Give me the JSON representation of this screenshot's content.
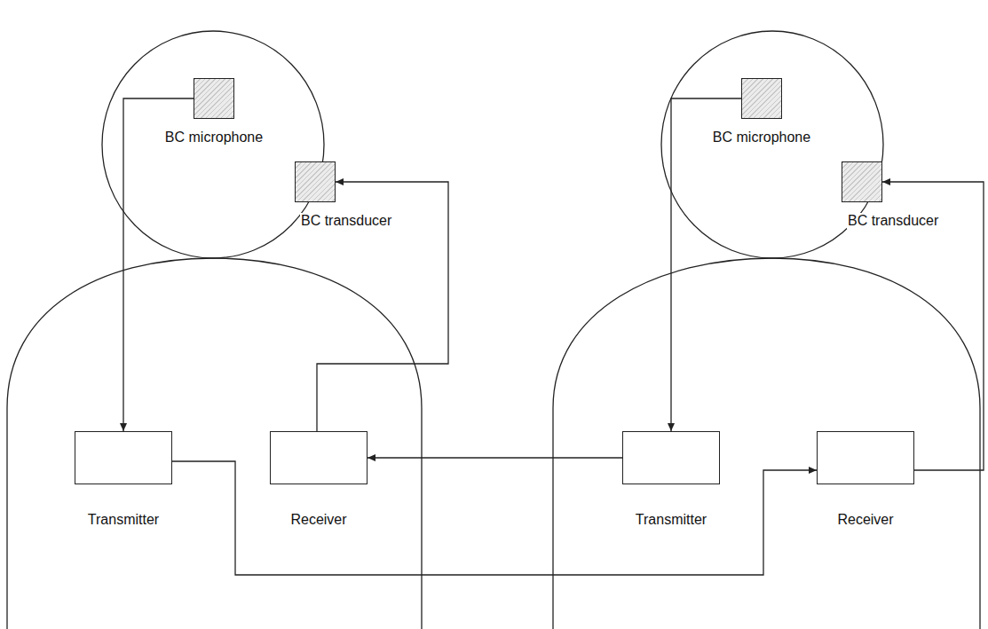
{
  "diagram": {
    "nodes": [
      {
        "text": [
          "BC microphone"
        ]
      },
      {
        "text": [
          "BC transducer"
        ]
      },
      {
        "text": [
          "Transmitter"
        ]
      },
      {
        "text": [
          "Receiver"
        ]
      },
      {
        "text": [
          "BC microphone"
        ]
      },
      {
        "text": [
          "BC transducer"
        ]
      },
      {
        "text": [
          "Transmitter"
        ]
      },
      {
        "text": [
          "Receiver"
        ]
      }
    ],
    "edges": [
      {
        "from": 0,
        "to": 2,
        "arrow": "to"
      },
      {
        "from": 3,
        "to": 1,
        "arrow": "to"
      },
      {
        "from": 6,
        "to": 3,
        "arrow": "to"
      },
      {
        "from": 2,
        "to": 7,
        "arrow": "to"
      },
      {
        "from": 4,
        "to": 6,
        "arrow": "to"
      },
      {
        "from": 7,
        "to": 5,
        "arrow": "to"
      }
    ]
  }
}
